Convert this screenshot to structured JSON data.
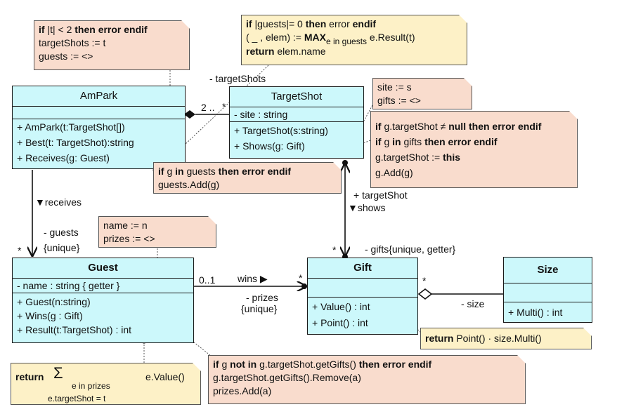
{
  "classes": {
    "ampark": {
      "name": "AmPark",
      "fields": [],
      "methods": [
        "+ AmPark(t:TargetShot[])",
        "+ Best(t: TargetShot):string",
        "+ Receives(g: Guest)"
      ]
    },
    "targetshot": {
      "name": "TargetShot",
      "fields": [
        "- site : string"
      ],
      "methods": [
        "+ TargetShot(s:string)",
        "+ Shows(g: Gift)"
      ]
    },
    "guest": {
      "name": "Guest",
      "fields": [
        "- name : string { getter }"
      ],
      "methods": [
        "+ Guest(n:string)",
        "+ Wins(g : Gift)",
        "+ Result(t:TargetShot) : int"
      ]
    },
    "gift": {
      "name": "Gift",
      "fields": [],
      "methods": [
        "+ Value() : int",
        "+ Point() : int"
      ]
    },
    "size": {
      "name": "Size",
      "fields": [],
      "methods": [
        "+ Multi() : int"
      ]
    }
  },
  "notes": {
    "ampark_ctor": {
      "l1_kw1": "if",
      "l1_t1": " |t| < 2 ",
      "l1_kw2": "then error endif",
      "l2": "targetShots := t",
      "l3": "guests := <>"
    },
    "best": {
      "l1_kw1": "if",
      "l1_t1": " |guests|= 0 ",
      "l1_kw2": "then",
      "l1_t2": " error ",
      "l1_kw3": "endif",
      "l2_t1": "( _ , elem) := ",
      "l2_kw": "MAX",
      "l2_sub": "e in guests",
      "l2_t2": " e.Result(t)",
      "l3_kw": "return",
      "l3_t": " elem.name"
    },
    "ts_ctor": {
      "l1": "site := s",
      "l2": "gifts := <>"
    },
    "shows": {
      "l1_kw1": "if",
      "l1_t1": " g.targetShot ≠ ",
      "l1_kw2": "null then error endif",
      "l2_kw1": "if",
      "l2_t1": " g ",
      "l2_kw2": "in",
      "l2_t2": " gifts ",
      "l2_kw3": "then error endif",
      "l3_t": "g.targetShot := ",
      "l3_kw": "this",
      "l4": "g.Add(g)"
    },
    "receives": {
      "l1_kw1": "if",
      "l1_t1": " g ",
      "l1_kw2": "in",
      "l1_t2": " guests ",
      "l1_kw3": "then error endif",
      "l2": "guests.Add(g)"
    },
    "guest_ctor": {
      "l1": "name := n",
      "l2": "prizes := <>"
    },
    "value": {
      "kw": "return",
      "t": " Point() · size.Multi()"
    },
    "result": {
      "kw": "return",
      "sigma": "Σ",
      "sub": "e in prizes",
      "t": "e.Value()",
      "cond": "e.targetShot = t"
    },
    "wins": {
      "l1_kw1": "if",
      "l1_t1": " g ",
      "l1_kw2": "not in",
      "l1_t2": " g.targetShot.getGifts() ",
      "l1_kw3": "then error endif",
      "l2": "g.targetShot.getGifts().Remove(a)",
      "l3": "prizes.Add(a)"
    }
  },
  "labels": {
    "target_shots_role": "- targetShots",
    "mult_2n": "2 ..",
    "mult_star_ts": "*",
    "receives": "▼receives",
    "guests_role": "- guests",
    "guests_unique": "{unique}",
    "mult_star_guest": "*",
    "target_shot_role": "+ targetShot",
    "shows": "▼shows",
    "mult_star_gift_top": "*",
    "gifts_role": "- gifts{unique, getter}",
    "mult_01": "0..1",
    "wins": "wins ▶",
    "mult_star_gift_left": "*",
    "prizes_role": "- prizes",
    "prizes_unique": "{unique}",
    "mult_star_size": "*",
    "size_role": "- size"
  }
}
